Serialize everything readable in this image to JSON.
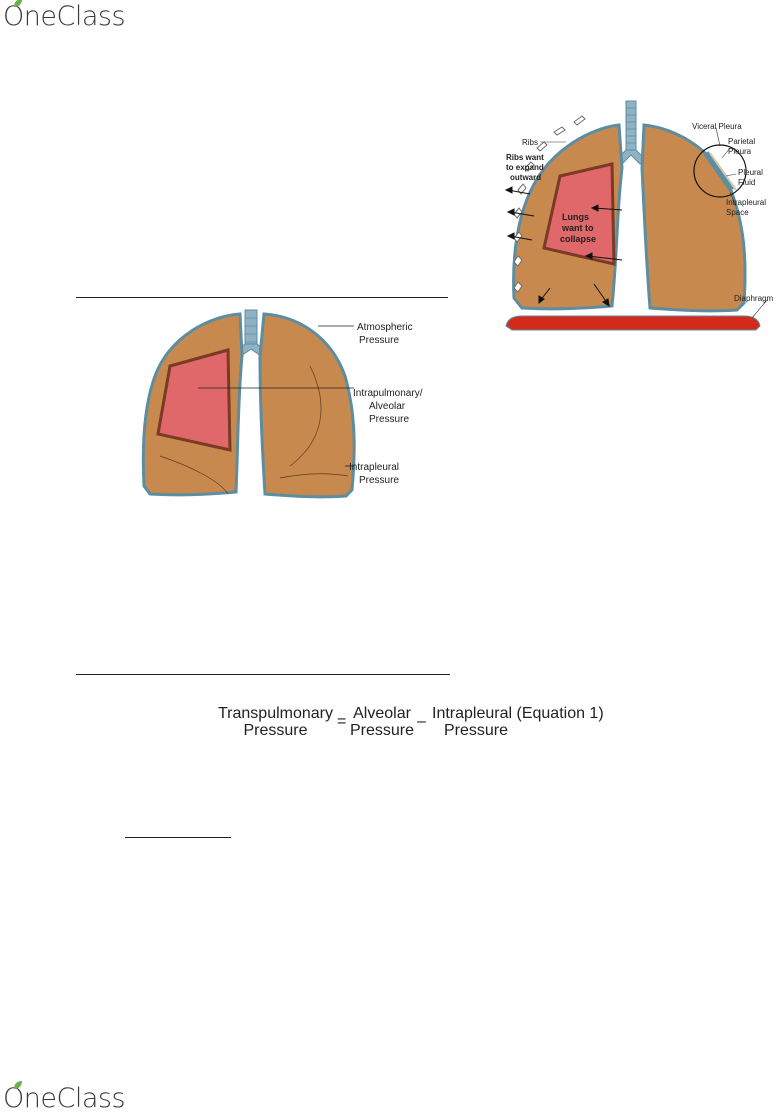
{
  "brand": {
    "name": "OneClass",
    "rest": "neClass",
    "leaf_color": "#6ab04c"
  },
  "figure_right": {
    "labels": {
      "ribs": "Ribs",
      "ribs_expand_1": "Ribs want",
      "ribs_expand_2": "to expand",
      "ribs_expand_3": "outward",
      "lungs_1": "Lungs",
      "lungs_2": "want to",
      "lungs_3": "collapse",
      "visceral": "Viceral Pleura",
      "parietal_1": "Parietal",
      "parietal_2": "Pleura",
      "fluid_1": "Pleural",
      "fluid_2": "Fluid",
      "intrapleural_1": "Intrapleural",
      "intrapleural_2": "Space",
      "diaphragm": "Diaphragm"
    }
  },
  "figure_left": {
    "labels": {
      "atmospheric_1": "Atmospheric",
      "atmospheric_2": "Pressure",
      "intrapulmonary_1": "Intrapulmonary/",
      "intrapulmonary_2": "Alveolar",
      "intrapulmonary_3": "Pressure",
      "intrapleural_1": "Intrapleural",
      "intrapleural_2": "Pressure"
    }
  },
  "equation": {
    "term1_line1": "Transpulmonary",
    "term1_line2": "Pressure",
    "equals": "=",
    "term2_line1": "Alveolar",
    "term2_line2": "Pressure",
    "minus": "–",
    "term3_line1": "Intrapleural (Equation 1)",
    "term3_line2": "Pressure"
  },
  "colors": {
    "lung": "#c8894f",
    "lung_outline": "#5d8da0",
    "alveolar": "#e0676a",
    "diaphragm": "#d42a1c",
    "trachea": "#8fb3c4"
  }
}
